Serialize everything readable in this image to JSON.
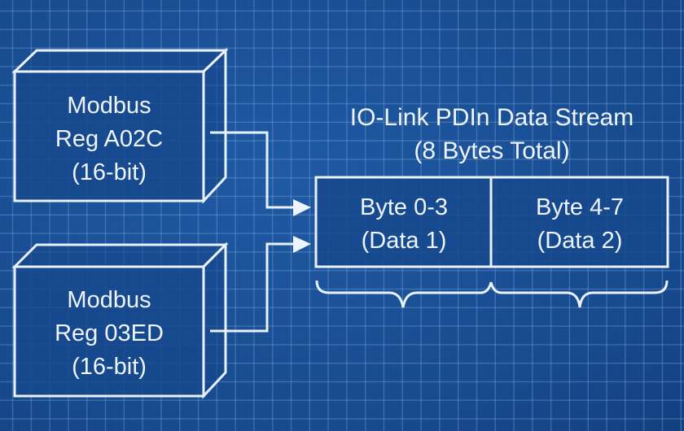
{
  "diagram": {
    "sources": [
      {
        "line1": "Modbus",
        "line2": "Reg A02C",
        "line3": "(16-bit)"
      },
      {
        "line1": "Modbus",
        "line2": "Reg 03ED",
        "line3": "(16-bit)"
      }
    ],
    "stream": {
      "title": "IO-Link PDIn Data Stream",
      "subtitle": "(8 Bytes Total)",
      "segments": [
        {
          "line1": "Byte 0-3",
          "line2": "(Data 1)"
        },
        {
          "line1": "Byte 4-7",
          "line2": "(Data 2)"
        }
      ]
    },
    "colors": {
      "background": "#1a4f95",
      "line": "#e9f2fc",
      "grid": "#6e9bd3"
    }
  }
}
